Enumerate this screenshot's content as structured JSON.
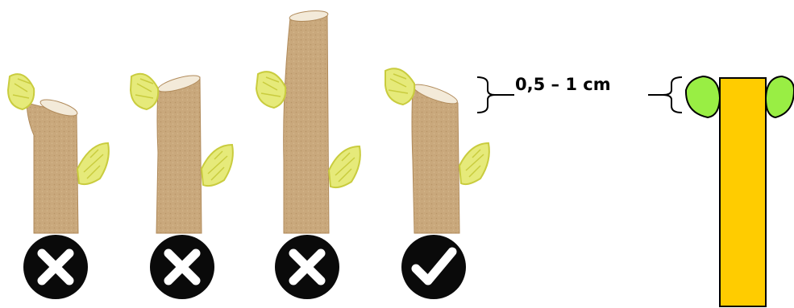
{
  "diagram": {
    "measurement_label": "0,5 – 1 cm",
    "cuts": [
      {
        "id": "cut-1",
        "verdict": "wrong",
        "mark_icon": "cross-icon"
      },
      {
        "id": "cut-2",
        "verdict": "wrong",
        "mark_icon": "cross-icon"
      },
      {
        "id": "cut-3",
        "verdict": "wrong",
        "mark_icon": "cross-icon"
      },
      {
        "id": "cut-4",
        "verdict": "correct",
        "mark_icon": "check-icon"
      }
    ]
  },
  "colors": {
    "branch": "#c9a87c",
    "branch_shade": "#b89467",
    "branch_cut_face": "#f3ead9",
    "bud": "#e6ea7a",
    "bud_outline": "#c9cc3e",
    "mark_badge": "#0a0a0a",
    "mark_symbol": "#ffffff",
    "stem_yellow": "#ffcc00",
    "leaf_green": "#99ee44"
  }
}
